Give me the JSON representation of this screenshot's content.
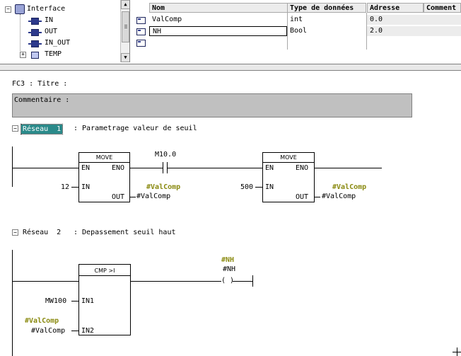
{
  "tree": {
    "root_label": "Interface",
    "items": [
      {
        "label": "IN"
      },
      {
        "label": "OUT"
      },
      {
        "label": "IN_OUT"
      },
      {
        "label": "TEMP"
      }
    ]
  },
  "table": {
    "headers": [
      "Nom",
      "Type de données",
      "Adresse",
      "Comment"
    ],
    "rows": [
      {
        "name": "ValComp",
        "type": "int",
        "address": "0.0"
      },
      {
        "name": "NH",
        "type": "Bool",
        "address": "2.0"
      }
    ]
  },
  "block": {
    "title_line": "FC3 : Titre :",
    "comment_label": "Commentaire :"
  },
  "network1": {
    "label": "Réseau",
    "number": "1",
    "title": ": Parametrage valeur de seuil",
    "move1": {
      "name": "MOVE",
      "en": "EN",
      "eno": "ENO",
      "in": "IN",
      "out": "OUT",
      "in_value": "12",
      "out_symbol": "#ValComp",
      "out_operand": "#ValComp"
    },
    "contact": {
      "operand": "M10.0"
    },
    "move2": {
      "name": "MOVE",
      "en": "EN",
      "eno": "ENO",
      "in": "IN",
      "out": "OUT",
      "in_value": "500",
      "out_symbol": "#ValComp",
      "out_operand": "#ValComp"
    }
  },
  "network2": {
    "label": "Réseau",
    "number": "2",
    "title": ": Depassement seuil haut",
    "cmp": {
      "name": "CMP >I",
      "in1": "IN1",
      "in2": "IN2",
      "in1_value": "MW100",
      "in2_symbol": "#ValComp",
      "in2_operand": "#ValComp"
    },
    "coil": {
      "symbol": "#NH",
      "operand": "#NH",
      "glyph": "( )"
    }
  }
}
